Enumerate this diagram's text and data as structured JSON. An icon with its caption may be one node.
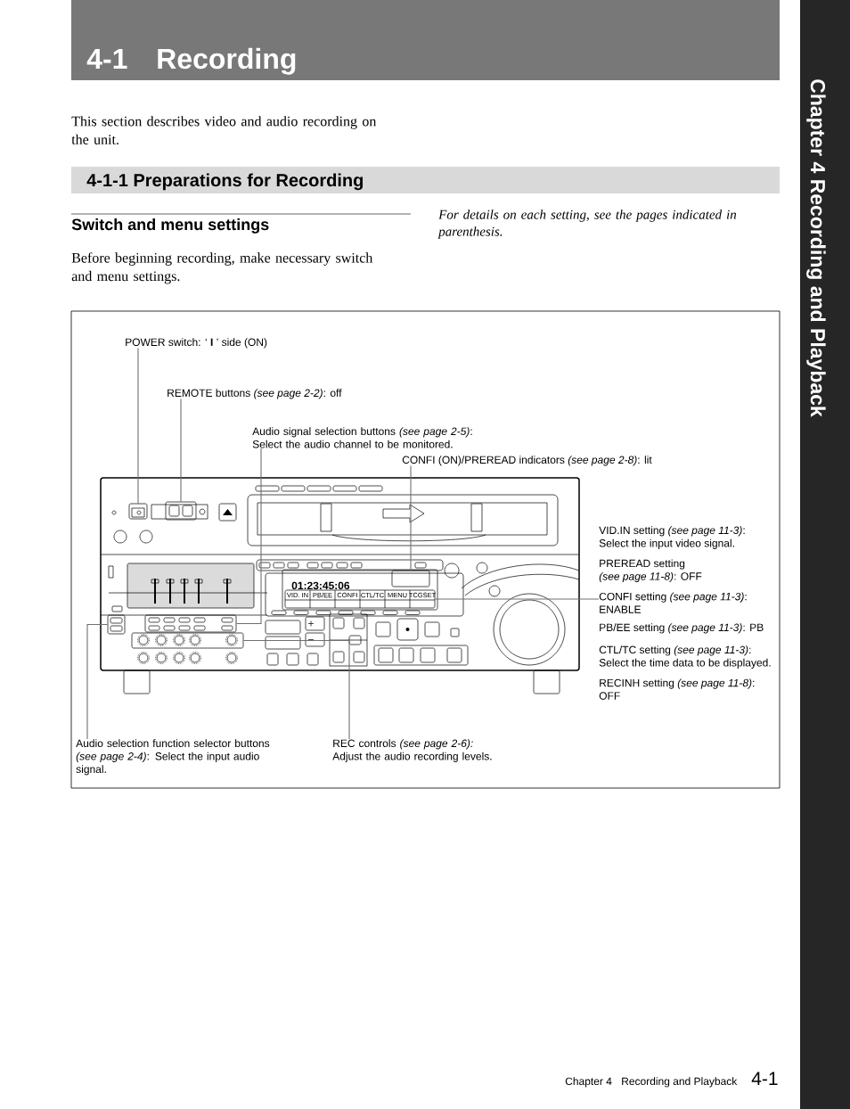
{
  "diagram": {
    "nodes": [
      {
        "text": [
          "POWER switch: ‘ **I** ’ side (ON)"
        ]
      },
      {
        "text": [
          "REMOTE buttons *(see page 2-2)*: off"
        ]
      },
      {
        "text": [
          "Audio signal selection buttons *(see page 2-5)*: Select the audio channel to be monitored."
        ]
      },
      {
        "text": [
          "CONFI (ON)/PREREAD indicators *(see page 2-8)*: lit"
        ]
      },
      {
        "text": [
          "VID.IN setting *(see page 11-3)*: Select the input video signal.",
          "PREREAD setting *(see page 11-8)*: OFF",
          "CONFI setting *(see page 11-3)*: ENABLE",
          "PB/EE setting *(see page 11-3)*: PB",
          "CTL/TC setting *(see page 11-3)*: Select the time data to be displayed.",
          "RECINH setting *(see page 11-8)*: OFF"
        ]
      },
      {
        "text": [
          "Audio selection function selector buttons *(see page 2-4)*: Select the input audio signal."
        ]
      },
      {
        "text": [
          "REC controls *(see page 2-6):* Adjust the audio recording levels."
        ]
      },
      {
        "text": [],
        "shape": "box"
      },
      {
        "text": [],
        "shape": "box"
      },
      {
        "text": [],
        "shape": "box"
      },
      {
        "text": [],
        "shape": "box"
      },
      {
        "text": [],
        "shape": "box"
      },
      {
        "text": [],
        "shape": "box"
      },
      {
        "text": [],
        "shape": "box"
      }
    ],
    "edges": [
      {
        "from": 0,
        "to": 7,
        "arrow": "none"
      },
      {
        "from": 1,
        "to": 8,
        "arrow": "none"
      },
      {
        "from": 2,
        "to": 9,
        "arrow": "none"
      },
      {
        "from": 3,
        "to": 10,
        "arrow": "none"
      },
      {
        "from": 4,
        "to": 11,
        "arrow": "none"
      },
      {
        "from": 5,
        "to": 12,
        "arrow": "none"
      },
      {
        "from": 6,
        "to": 13,
        "arrow": "none"
      }
    ],
    "labels": [
      "4-1",
      "Recording",
      "Chapter 4 Recording and Playback",
      "This section describes video and audio recording on the unit.",
      "4-1-1 Preparations for Recording",
      "Switch and menu settings",
      "For details on each setting, see the pages indicated in parenthesis.",
      "Before beginning recording, make necessary switch and menu settings.",
      "01:23:45:06",
      "VID. IN",
      "PB/EE",
      "CONFI",
      "CTL/TC",
      "MENU",
      "TCGSET",
      "Chapter 4",
      "Recording and Playback",
      "4-1"
    ]
  }
}
